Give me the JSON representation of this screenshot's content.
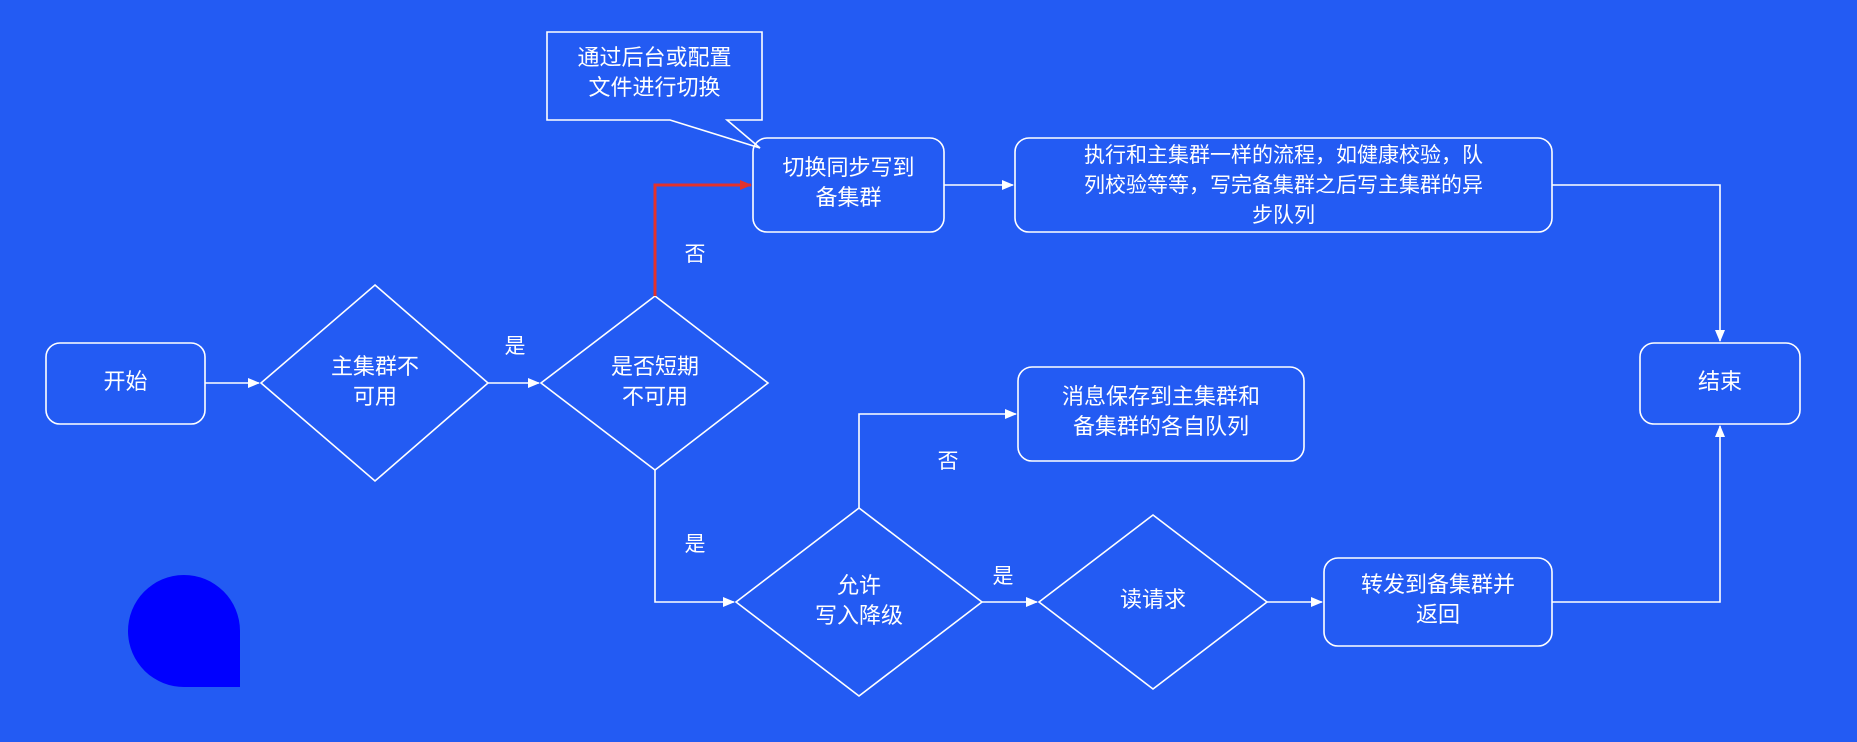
{
  "theme": {
    "background": "#235bf3",
    "stroke": "#ffffff",
    "highlight": "#e2322c",
    "logo": "#0000ff"
  },
  "nodes": {
    "start": "开始",
    "main_unavailable": [
      "主集群不",
      "可用"
    ],
    "short_term": [
      "是否短期",
      "不可用"
    ],
    "switch_sync": [
      "切换同步写到",
      "备集群"
    ],
    "execute_flow": [
      "执行和主集群一样的流程，如健康校验，队",
      "列校验等等，写完备集群之后写主集群的异",
      "步队列"
    ],
    "end": "结束",
    "save_queues": [
      "消息保存到主集群和",
      "备集群的各自队列"
    ],
    "allow_degrade": [
      "允许",
      "写入降级"
    ],
    "read_request": "读请求",
    "forward": [
      "转发到备集群并",
      "返回"
    ]
  },
  "callout": [
    "通过后台或配置",
    "文件进行切换"
  ],
  "edge_labels": {
    "yes_1": "是",
    "no_1": "否",
    "yes_2": "是",
    "no_2": "否",
    "yes_3": "是"
  }
}
